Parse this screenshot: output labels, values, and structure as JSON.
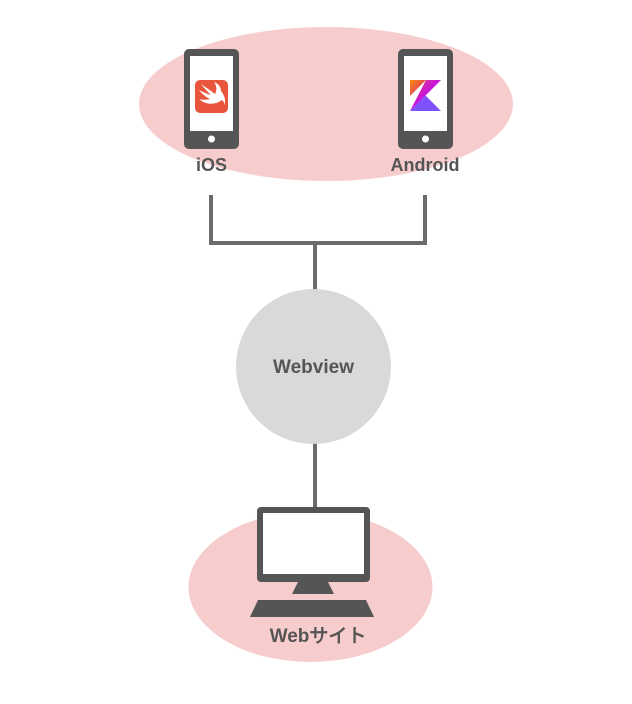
{
  "devices": {
    "ios_label": "iOS",
    "android_label": "Android"
  },
  "middle": {
    "label": "Webview"
  },
  "bottom": {
    "label": "Webサイト"
  },
  "colors": {
    "ellipse_fill": "#f7cccc",
    "device_body": "#555555",
    "screen": "#ffffff",
    "connector": "#6b6b6b",
    "webview_circle": "#d9d9d9",
    "swift_orange": "#e9553c"
  },
  "icons": {
    "ios_app": "swift-logo-icon",
    "android_app": "kotlin-logo-icon",
    "web": "desktop-monitor-icon"
  }
}
